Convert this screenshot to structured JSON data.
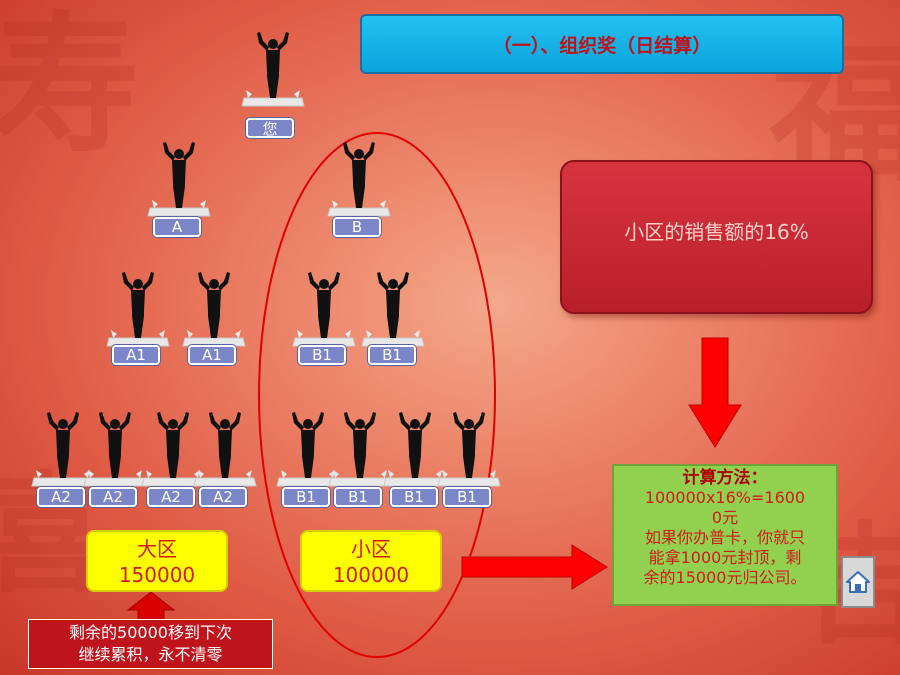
{
  "title": "（一）、组织奖（日结算）",
  "nodes": {
    "you": "您",
    "a": "A",
    "b": "B",
    "a1_left": "A1",
    "a1_right": "A1",
    "b1_left": "B1",
    "b1_right": "B1",
    "a2_1": "A2",
    "a2_2": "A2",
    "a2_3": "A2",
    "a2_4": "A2",
    "b1_bottom_1": "B1",
    "b1_bottom_2": "B1",
    "b1_bottom_3": "B1",
    "b1_bottom_4": "B1"
  },
  "big_zone": {
    "label": "大区",
    "value": "150000"
  },
  "small_zone": {
    "label": "小区",
    "value": "100000"
  },
  "rate_box": "小区的销售额的16%",
  "calc": {
    "title": "计算方法：",
    "formula_line1": "100000x16%=1600",
    "formula_line2": "0元",
    "note_line1": "如果你办普卡，你就只",
    "note_line2": "能拿1000元封顶，剩",
    "note_line3": "余的15000元归公司。"
  },
  "carryover": {
    "line1": "剩余的50000移到下次",
    "line2": "继续累积，永不清零"
  },
  "icons": {
    "home": "home-icon"
  },
  "colors": {
    "title_bg": "#0aa3dd",
    "title_text": "#c0121a",
    "zone_box": "#ffff00",
    "calc_box": "#92d050",
    "arrow": "#ff0000"
  }
}
